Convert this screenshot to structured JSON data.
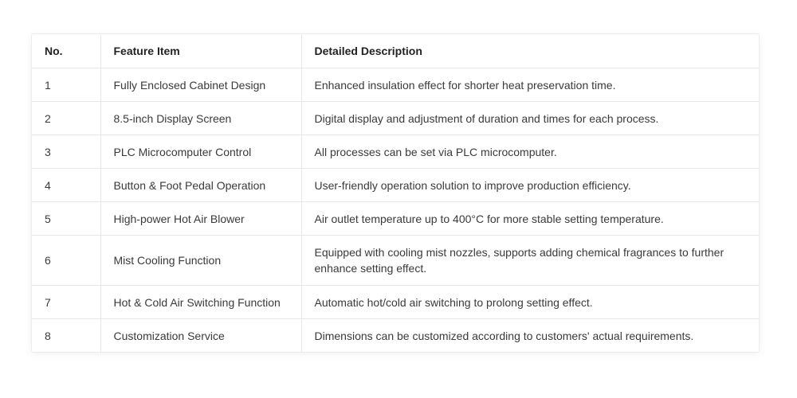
{
  "table": {
    "headers": {
      "no": "No.",
      "feature": "Feature Item",
      "description": "Detailed Description"
    },
    "rows": [
      {
        "no": "1",
        "feature": "Fully Enclosed Cabinet Design",
        "description": "Enhanced insulation effect for shorter heat preservation time."
      },
      {
        "no": "2",
        "feature": "8.5-inch Display Screen",
        "description": "Digital display and adjustment of duration and times for each process."
      },
      {
        "no": "3",
        "feature": "PLC Microcomputer Control",
        "description": "All processes can be set via PLC microcomputer."
      },
      {
        "no": "4",
        "feature": "Button & Foot Pedal Operation",
        "description": "User-friendly operation solution to improve production efficiency."
      },
      {
        "no": "5",
        "feature": "High-power Hot Air Blower",
        "description": "Air outlet temperature up to 400°C for more stable setting temperature."
      },
      {
        "no": "6",
        "feature": "Mist Cooling Function",
        "description": "Equipped with cooling mist nozzles, supports adding chemical fragrances to further enhance setting effect."
      },
      {
        "no": "7",
        "feature": "Hot & Cold Air Switching Function",
        "description": "Automatic hot/cold air switching to prolong setting effect."
      },
      {
        "no": "8",
        "feature": "Customization Service",
        "description": "Dimensions can be customized according to customers' actual requirements."
      }
    ]
  }
}
